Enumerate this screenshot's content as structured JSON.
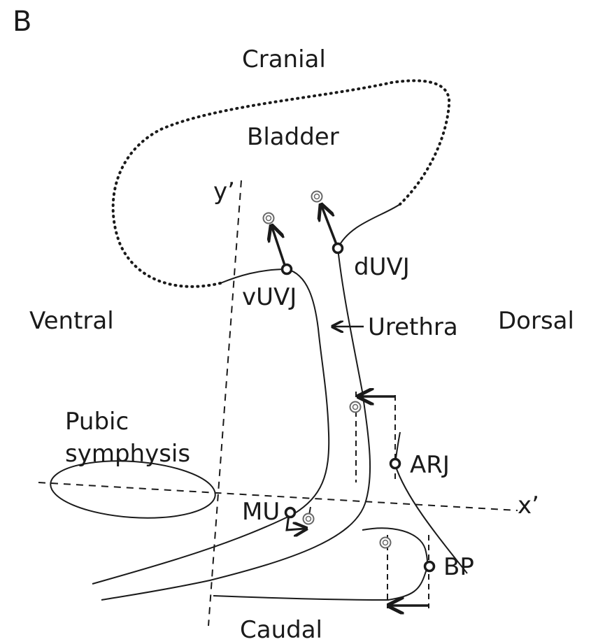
{
  "panel_label": "B",
  "directions": {
    "cranial": "Cranial",
    "caudal": "Caudal",
    "ventral": "Ventral",
    "dorsal": "Dorsal"
  },
  "structures": {
    "bladder": "Bladder",
    "urethra": "Urethra",
    "pubic_symphysis_line1": "Pubic",
    "pubic_symphysis_line2": "symphysis"
  },
  "axes": {
    "y_axis": "y’",
    "x_axis": "x’"
  },
  "landmarks": {
    "vuvj": "vUVJ",
    "duvj": "dUVJ",
    "mu": "MU",
    "arj": "ARJ",
    "bp": "BP"
  },
  "colors": {
    "ink": "#1a1a1a",
    "background": "#ffffff",
    "target_marker": "#666666"
  }
}
